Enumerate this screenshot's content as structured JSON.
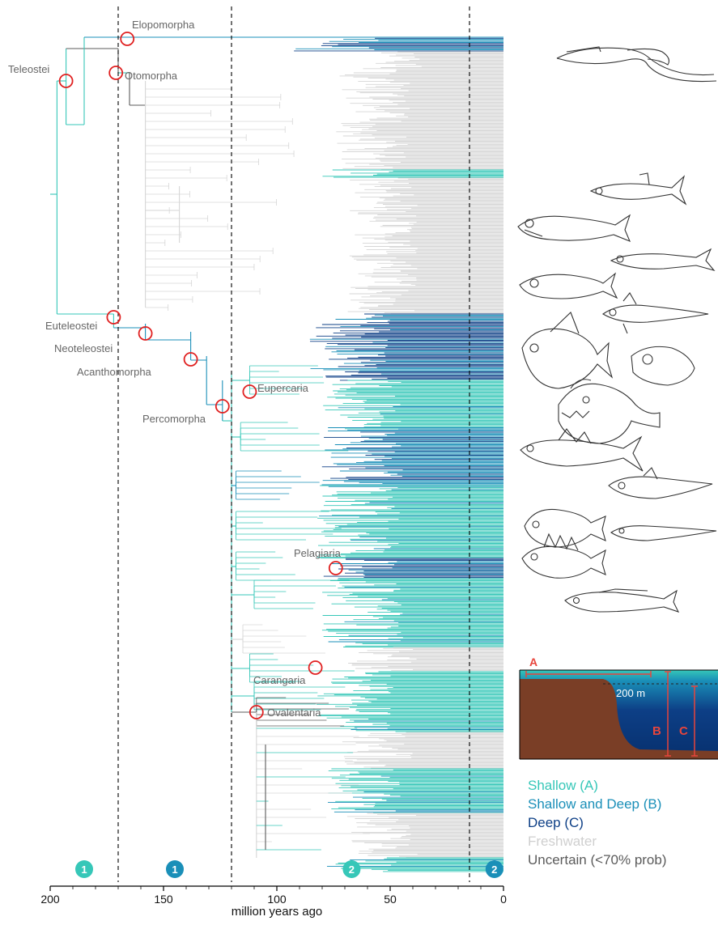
{
  "axis": {
    "label": "million years ago",
    "ticks": [
      200,
      150,
      100,
      50,
      0
    ],
    "domain": [
      200,
      0
    ]
  },
  "event_lines_mya": [
    170,
    120,
    15
  ],
  "badges": [
    {
      "label": "1",
      "mya": 185,
      "color": "#36c7b8"
    },
    {
      "label": "1",
      "mya": 145,
      "color": "#1a8fb8"
    },
    {
      "label": "2",
      "mya": 67,
      "color": "#36c7b8"
    },
    {
      "label": "2",
      "mya": 4,
      "color": "#1a8fb8"
    }
  ],
  "clades": [
    {
      "name": "Elopomorpha",
      "mya": 166
    },
    {
      "name": "Teleostei",
      "mya": 193
    },
    {
      "name": "Otomorpha",
      "mya": 171
    },
    {
      "name": "Euteleostei",
      "mya": 172
    },
    {
      "name": "Neoteleostei",
      "mya": 158
    },
    {
      "name": "Acanthomorpha",
      "mya": 138
    },
    {
      "name": "Percomorpha",
      "mya": 124
    },
    {
      "name": "Eupercaria",
      "mya": 112
    },
    {
      "name": "Pelagiaria",
      "mya": 74
    },
    {
      "name": "Carangaria",
      "mya": 83
    },
    {
      "name": "Ovalentaria",
      "mya": 109
    }
  ],
  "legend": [
    {
      "label": "Shallow (A)",
      "color": "#36c7b8"
    },
    {
      "label": "Shallow and Deep (B)",
      "color": "#1a8fb8"
    },
    {
      "label": "Deep (C)",
      "color": "#0d3f86"
    },
    {
      "label": "Freshwater",
      "color": "#cfcfcf"
    },
    {
      "label": "Uncertain (<70% prob)",
      "color": "#5b5b5b"
    }
  ],
  "depth_inset": {
    "depth_label": "200 m",
    "zone_a": "A",
    "zone_b": "B",
    "zone_c": "C"
  },
  "colors": {
    "shallow": "#36c7b8",
    "shallow_deep": "#1a8fb8",
    "deep": "#0d3f86",
    "freshwater": "#d6d6d6",
    "uncertain": "#5b5b5b",
    "marker": "#e02020",
    "seafloor": "#7a3e26"
  }
}
